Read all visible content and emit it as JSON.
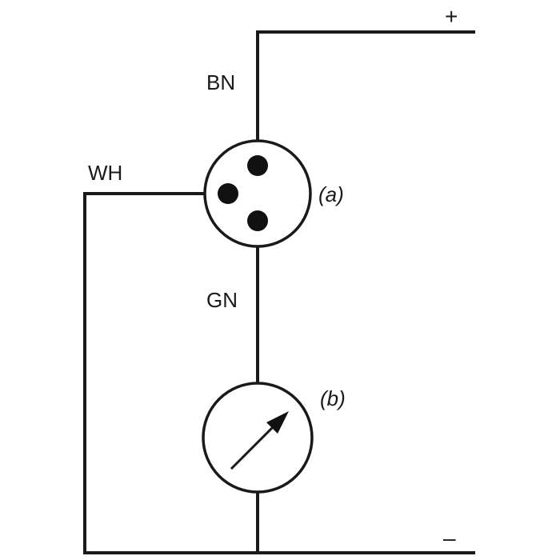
{
  "diagram": {
    "labels": {
      "brown_wire": "BN",
      "white_wire": "WH",
      "green_wire": "GN",
      "connector_ref": "(a)",
      "meter_ref": "(b)",
      "positive_terminal": "+",
      "negative_terminal": "–"
    },
    "components": {
      "connector": {
        "name": "connector-3-pin",
        "pins": [
          "top",
          "left",
          "bottom"
        ]
      },
      "meter": {
        "name": "meter-gauge"
      }
    },
    "colors": {
      "line": "#1a1a1a",
      "background": "#ffffff"
    }
  }
}
